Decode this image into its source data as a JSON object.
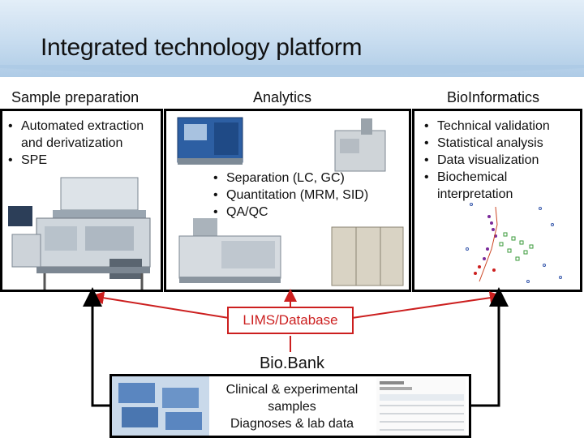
{
  "slide": {
    "title": "Integrated technology platform"
  },
  "columns": [
    {
      "heading": "Sample preparation",
      "bullets": [
        "Automated extraction and derivatization",
        "SPE"
      ]
    },
    {
      "heading": "Analytics",
      "bullets": [
        "Separation (LC, GC)",
        "Quantitation (MRM, SID)",
        "QA/QC"
      ]
    },
    {
      "heading": "BioInformatics",
      "bullets": [
        "Technical validation",
        "Statistical analysis",
        "Data visualization",
        "Biochemical interpretation"
      ]
    }
  ],
  "lims": {
    "label": "LIMS/Database"
  },
  "biobank": {
    "label": "Bio.Bank",
    "line1": "Clinical & experimental",
    "line2": "samples",
    "line3": "Diagnoses & lab data"
  },
  "colors": {
    "arrow": "#cc1f1f",
    "border": "#000000",
    "header": "#c7dcef"
  }
}
